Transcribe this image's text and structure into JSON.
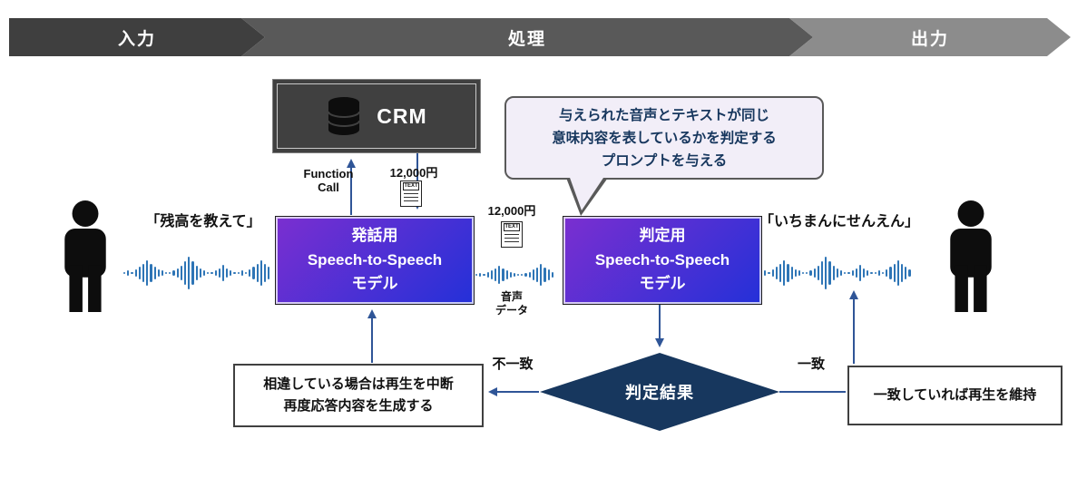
{
  "banner": {
    "input": "入力",
    "process": "処理",
    "output": "出力"
  },
  "crm": {
    "label": "CRM"
  },
  "callout": {
    "text": "与えられた音声とテキストが同じ\n意味内容を表しているかを判定する\nプロンプトを与える"
  },
  "left": {
    "quote": "「残高を教えて」"
  },
  "right": {
    "quote": "「いちまんにせんえん」"
  },
  "model_speech": {
    "line1": "発話用",
    "line2": "Speech-to-Speech",
    "line3": "モデル"
  },
  "model_judge": {
    "line1": "判定用",
    "line2": "Speech-to-Speech",
    "line3": "モデル"
  },
  "labels": {
    "function_call": "Function\nCall",
    "amount1": "12,000円",
    "amount2": "12,000円",
    "audio_data": "音声\nデータ",
    "mismatch": "不一致",
    "match": "一致"
  },
  "decision": {
    "label": "判定結果"
  },
  "notes": {
    "mismatch_action": "相違している場合は再生を中断\n再度応答内容を生成する",
    "match_action": "一致していれば再生を維持"
  },
  "icons": {
    "doc_label": "TEXT"
  },
  "colors": {
    "banner_input": "#3f3f3f",
    "banner_process": "#595959",
    "banner_output": "#8c8c8c",
    "box_dark": "#404040",
    "callout_bg": "#f2eef8",
    "model_grad_start": "#7b2fd0",
    "model_grad_end": "#2430d8",
    "diamond": "#17375e",
    "arrow": "#2f5597",
    "wave": "#2e75b6"
  }
}
